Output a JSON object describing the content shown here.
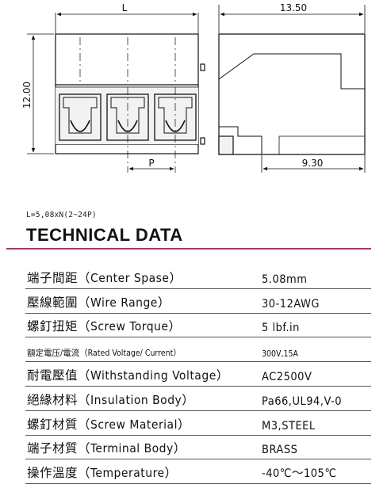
{
  "drawing": {
    "dim_length": "L",
    "dim_depth": "13.50",
    "dim_height": "12.00",
    "dim_pitch": "P",
    "dim_base": "9.30"
  },
  "note": "L=5,08xN(2~24P)",
  "heading": "TECHNICAL DATA",
  "colors": {
    "accent": "#9c3a6a",
    "line": "#111111"
  },
  "specs": [
    {
      "label": "端子間距（Center Spase）",
      "value": "5.08mm",
      "small": false
    },
    {
      "label": "壓線範圍（Wire Range）",
      "value": "30-12AWG",
      "small": false
    },
    {
      "label": "螺釘扭矩（Screw Torque）",
      "value": "5 lbf.in",
      "small": false
    },
    {
      "label": "額定電压/電流（Rated Voltage/ Current）",
      "value": "300V,15A",
      "small": true
    },
    {
      "label": "耐電壓值（Withstanding Voltage）",
      "value": "AC2500V",
      "small": false
    },
    {
      "label": "絕緣材料（Insulation Body）",
      "value": "Pa66,UL94,V-0",
      "small": false
    },
    {
      "label": "螺釘材質（Screw Material）",
      "value": "M3,STEEL",
      "small": false
    },
    {
      "label": "端子材質（Terminal Body）",
      "value": "BRASS",
      "small": false
    },
    {
      "label": "操作溫度（Temperature）",
      "value": "-40℃～105℃",
      "small": false
    }
  ]
}
